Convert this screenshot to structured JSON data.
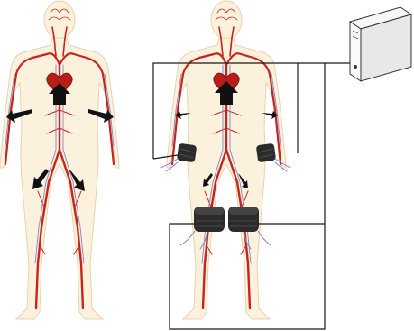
{
  "diagram": {
    "colors": {
      "skin": "#fbf1dc",
      "artery": "#c8241e",
      "vein": "#7d86c9",
      "cuff": "#2b2b2b",
      "arrow": "#111111",
      "wire": "#1a1a1a",
      "device_body": "#f2f2f2"
    },
    "figures": [
      {
        "id": "figure-without-cuffs",
        "cuffs": [],
        "flow_arrows": [
          "up-head",
          "left-arm",
          "right-arm",
          "left-leg",
          "right-leg"
        ]
      },
      {
        "id": "figure-with-cuffs",
        "cuffs": [
          "left-arm",
          "right-arm",
          "left-thigh",
          "right-thigh"
        ],
        "flow_arrows": [
          "up-head",
          "left-arm",
          "right-arm",
          "left-leg",
          "right-leg"
        ]
      }
    ],
    "device": {
      "icon": "computer-tower-icon"
    }
  }
}
